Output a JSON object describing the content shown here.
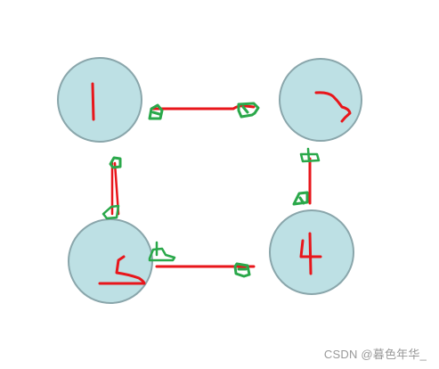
{
  "colors": {
    "node_fill": "#bde0e4",
    "node_stroke": "#8aa6ab",
    "ink_red": "#e8161b",
    "ink_green": "#2aa84a"
  },
  "nodes": [
    {
      "id": "node-1",
      "label_glyph": "handwritten-1"
    },
    {
      "id": "node-2",
      "label_glyph": "handwritten-2"
    },
    {
      "id": "node-3",
      "label_glyph": "handwritten-4"
    },
    {
      "id": "node-4",
      "label_glyph": "handwritten-7"
    }
  ],
  "edges": [
    {
      "id": "edge-1-to-4",
      "from": "node-1",
      "to": "node-4"
    },
    {
      "id": "edge-4-to-3",
      "from": "node-4",
      "to": "node-3"
    },
    {
      "id": "edge-3-to-2",
      "from": "node-3",
      "to": "node-2"
    },
    {
      "id": "edge-2-to-1",
      "from": "node-2",
      "to": "node-1"
    }
  ],
  "watermark": {
    "text": "CSDN @暮色年华_"
  }
}
